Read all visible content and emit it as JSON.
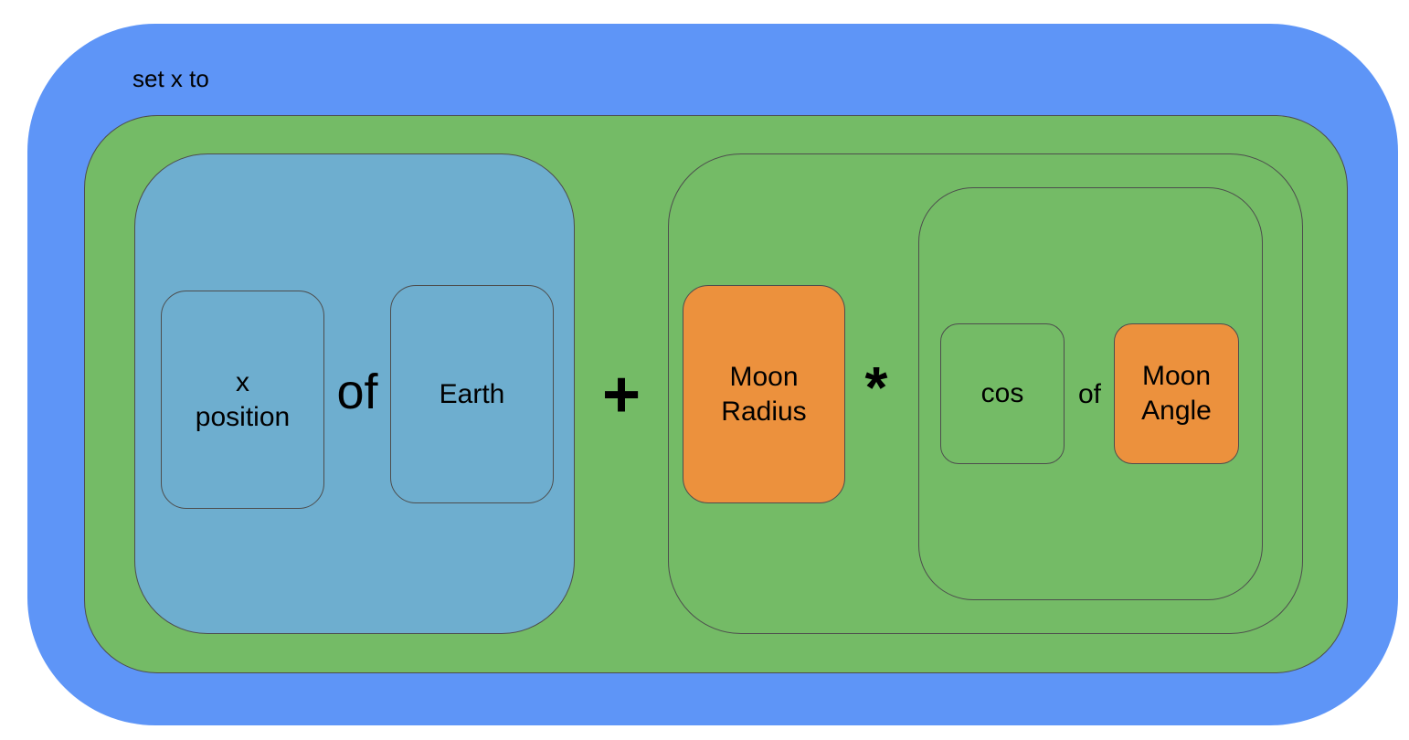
{
  "colors": {
    "statement_block": "#5e95f7",
    "expression_block": "#74bb66",
    "property_block": "#6eaecf",
    "variable_block": "#ec913d",
    "outline": "#4d4d4d"
  },
  "statement": {
    "label": "set x to"
  },
  "lhs": {
    "property_line1": "x",
    "property_line2": "position",
    "connector": "of",
    "object": "Earth"
  },
  "operator_plus": "+",
  "rhs": {
    "radius_line1": "Moon",
    "radius_line2": "Radius",
    "operator_times": "*",
    "function": "cos",
    "connector": "of",
    "angle_line1": "Moon",
    "angle_line2": "Angle"
  }
}
